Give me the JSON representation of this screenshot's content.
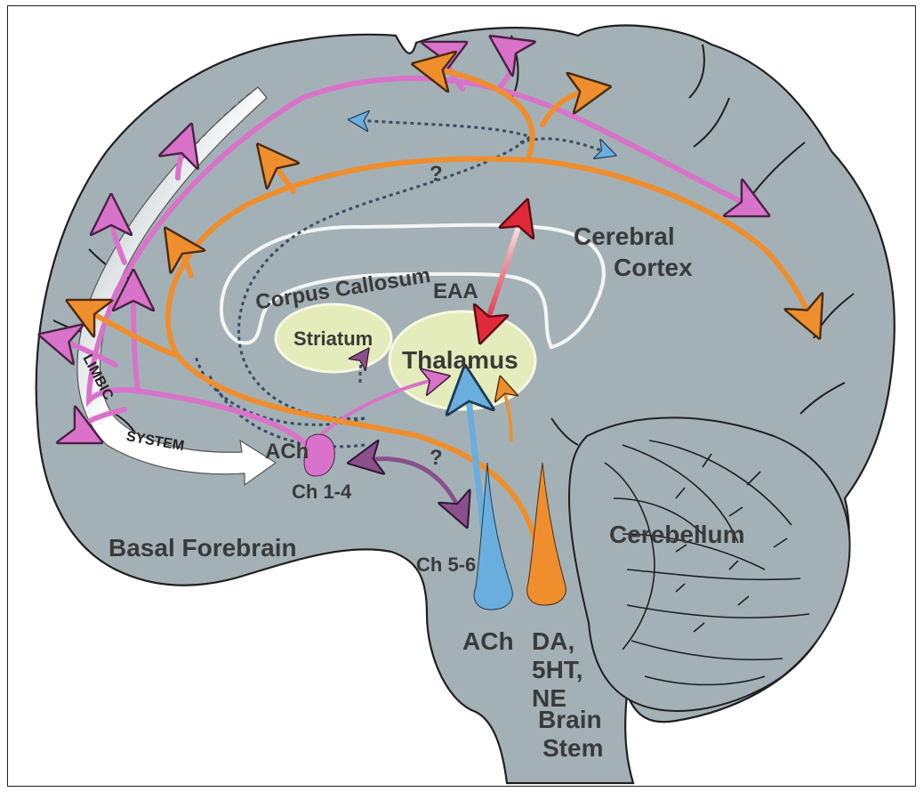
{
  "diagram": {
    "labels": {
      "cerebral_cortex_1": "Cerebral",
      "cerebral_cortex_2": "Cortex",
      "corpus_callosum": "Corpus Callosum",
      "eaa": "EAA",
      "striatum": "Striatum",
      "thalamus": "Thalamus",
      "limbic": "LIMBIC",
      "system": "SYSTEM",
      "ach_top": "ACh",
      "ch1_4": "Ch 1-4",
      "question_top": "?",
      "question_mid": "?",
      "basal_forebrain": "Basal Forebrain",
      "ch5_6": "Ch 5-6",
      "ach_bottom": "ACh",
      "da": "DA,",
      "ht": "5HT,",
      "ne": "NE",
      "cerebellum": "Cerebellum",
      "brain_stem_1": "Brain",
      "brain_stem_2": "Stem"
    },
    "colors": {
      "brain_fill": "#a3b1b6",
      "brain_outline": "#1f1f1f",
      "pink": "#d873c9",
      "orange": "#ef8e2c",
      "blue": "#6aaedd",
      "purple": "#8a4f8c",
      "red": "#e1293a",
      "nucleus_fill": "#e4ecbb",
      "callosum_outline": "#f4f6f4"
    }
  }
}
